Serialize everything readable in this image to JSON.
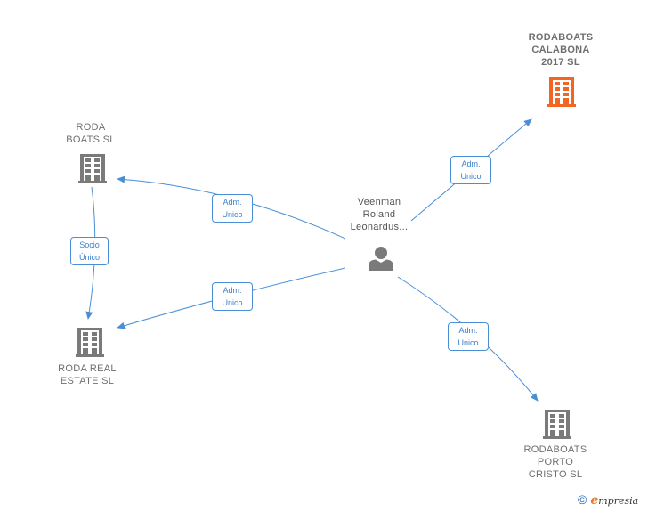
{
  "nodes": {
    "rodaboats_calabona": {
      "lines": [
        "RODABOATS",
        "CALABONA",
        "2017  SL"
      ],
      "color": "#f26522",
      "icon": "building-icon"
    },
    "roda_boats": {
      "lines": [
        "RODA",
        "BOATS  SL"
      ],
      "color": "#7a7a7a",
      "icon": "building-icon"
    },
    "roda_real_estate": {
      "lines": [
        "RODA REAL",
        "ESTATE  SL"
      ],
      "color": "#7a7a7a",
      "icon": "building-icon"
    },
    "rodaboats_porto_cristo": {
      "lines": [
        "RODABOATS",
        "PORTO",
        "CRISTO  SL"
      ],
      "color": "#7a7a7a",
      "icon": "building-icon"
    },
    "person": {
      "lines": [
        "Veenman",
        "Roland",
        "Leonardus..."
      ],
      "color": "#7a7a7a",
      "icon": "person-icon"
    }
  },
  "edges": {
    "adm_roda_boats": [
      "Adm.",
      "Unico"
    ],
    "adm_roda_real_estate": [
      "Adm.",
      "Unico"
    ],
    "adm_calabona": [
      "Adm.",
      "Unico"
    ],
    "adm_porto_cristo": [
      "Adm.",
      "Unico"
    ],
    "socio_unico": [
      "Socio",
      "Único"
    ]
  },
  "edge_color": "#4a8fd6",
  "footer": {
    "copyright": "©",
    "brand_first": "e",
    "brand_rest": "mpresia"
  }
}
